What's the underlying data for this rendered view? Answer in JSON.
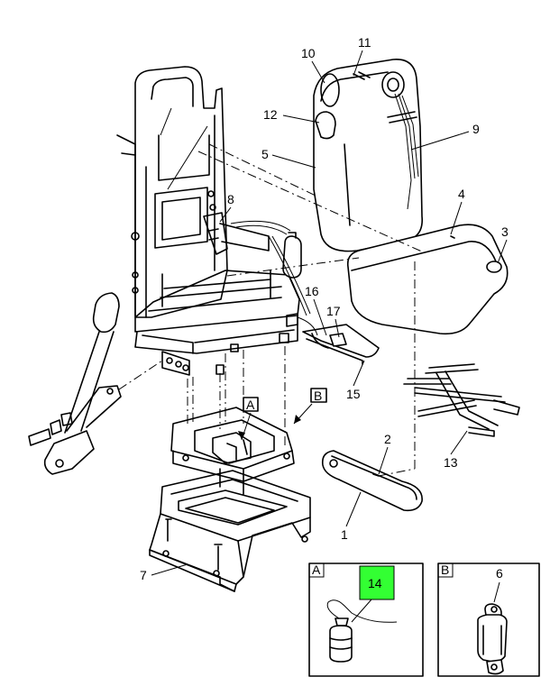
{
  "callouts": {
    "c1": "1",
    "c2": "2",
    "c3": "3",
    "c4": "4",
    "c5": "5",
    "c6": "6",
    "c7": "7",
    "c8": "8",
    "c9": "9",
    "c10": "10",
    "c11": "11",
    "c12": "12",
    "c13": "13",
    "c14": "14",
    "c15": "15",
    "c16": "16",
    "c17": "17"
  },
  "detail_refs": {
    "a": "A",
    "b": "B"
  },
  "colors": {
    "highlight": "#33ff33",
    "line": "#000000"
  }
}
